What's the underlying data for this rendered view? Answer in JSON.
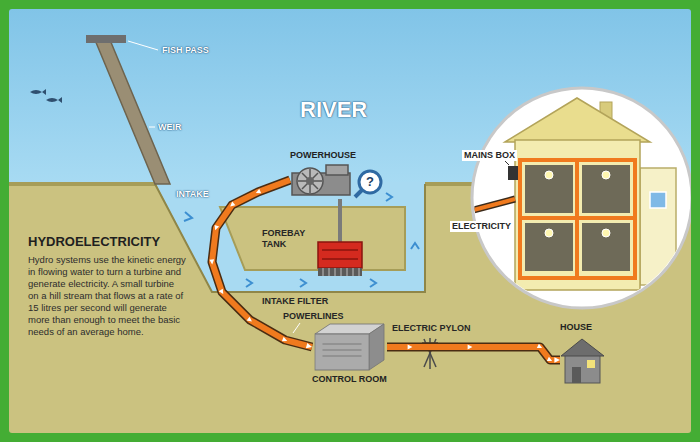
{
  "diagram": {
    "title": "HYDROELECTRICITY",
    "caption": "Hydro systems use the kinetic energy in flowing water to turn a turbine and generate electricity. A small turbine on a hill stream that flows at a rate of 15 litres per second will generate more than enough to meet the basic needs of an average home.",
    "nodes": [
      {
        "text": [
          "POWERHOUSE"
        ]
      },
      {
        "text": [
          "CONTROL ROOM"
        ]
      },
      {
        "text": [
          "HOUSE"
        ]
      }
    ],
    "edges": [
      {
        "from": 0,
        "to": 1,
        "arrow": "to"
      },
      {
        "from": 1,
        "to": 2,
        "arrow": "to"
      }
    ],
    "labels": [
      "FISH PASS",
      "WEIR",
      "RIVER",
      "INTAKE",
      "?",
      "FOREBAY TANK",
      "INTAKE FILTER",
      "POWERLINES",
      "ELECTRIC PYLON",
      "MAINS BOX",
      "ELECTRICITY"
    ]
  }
}
